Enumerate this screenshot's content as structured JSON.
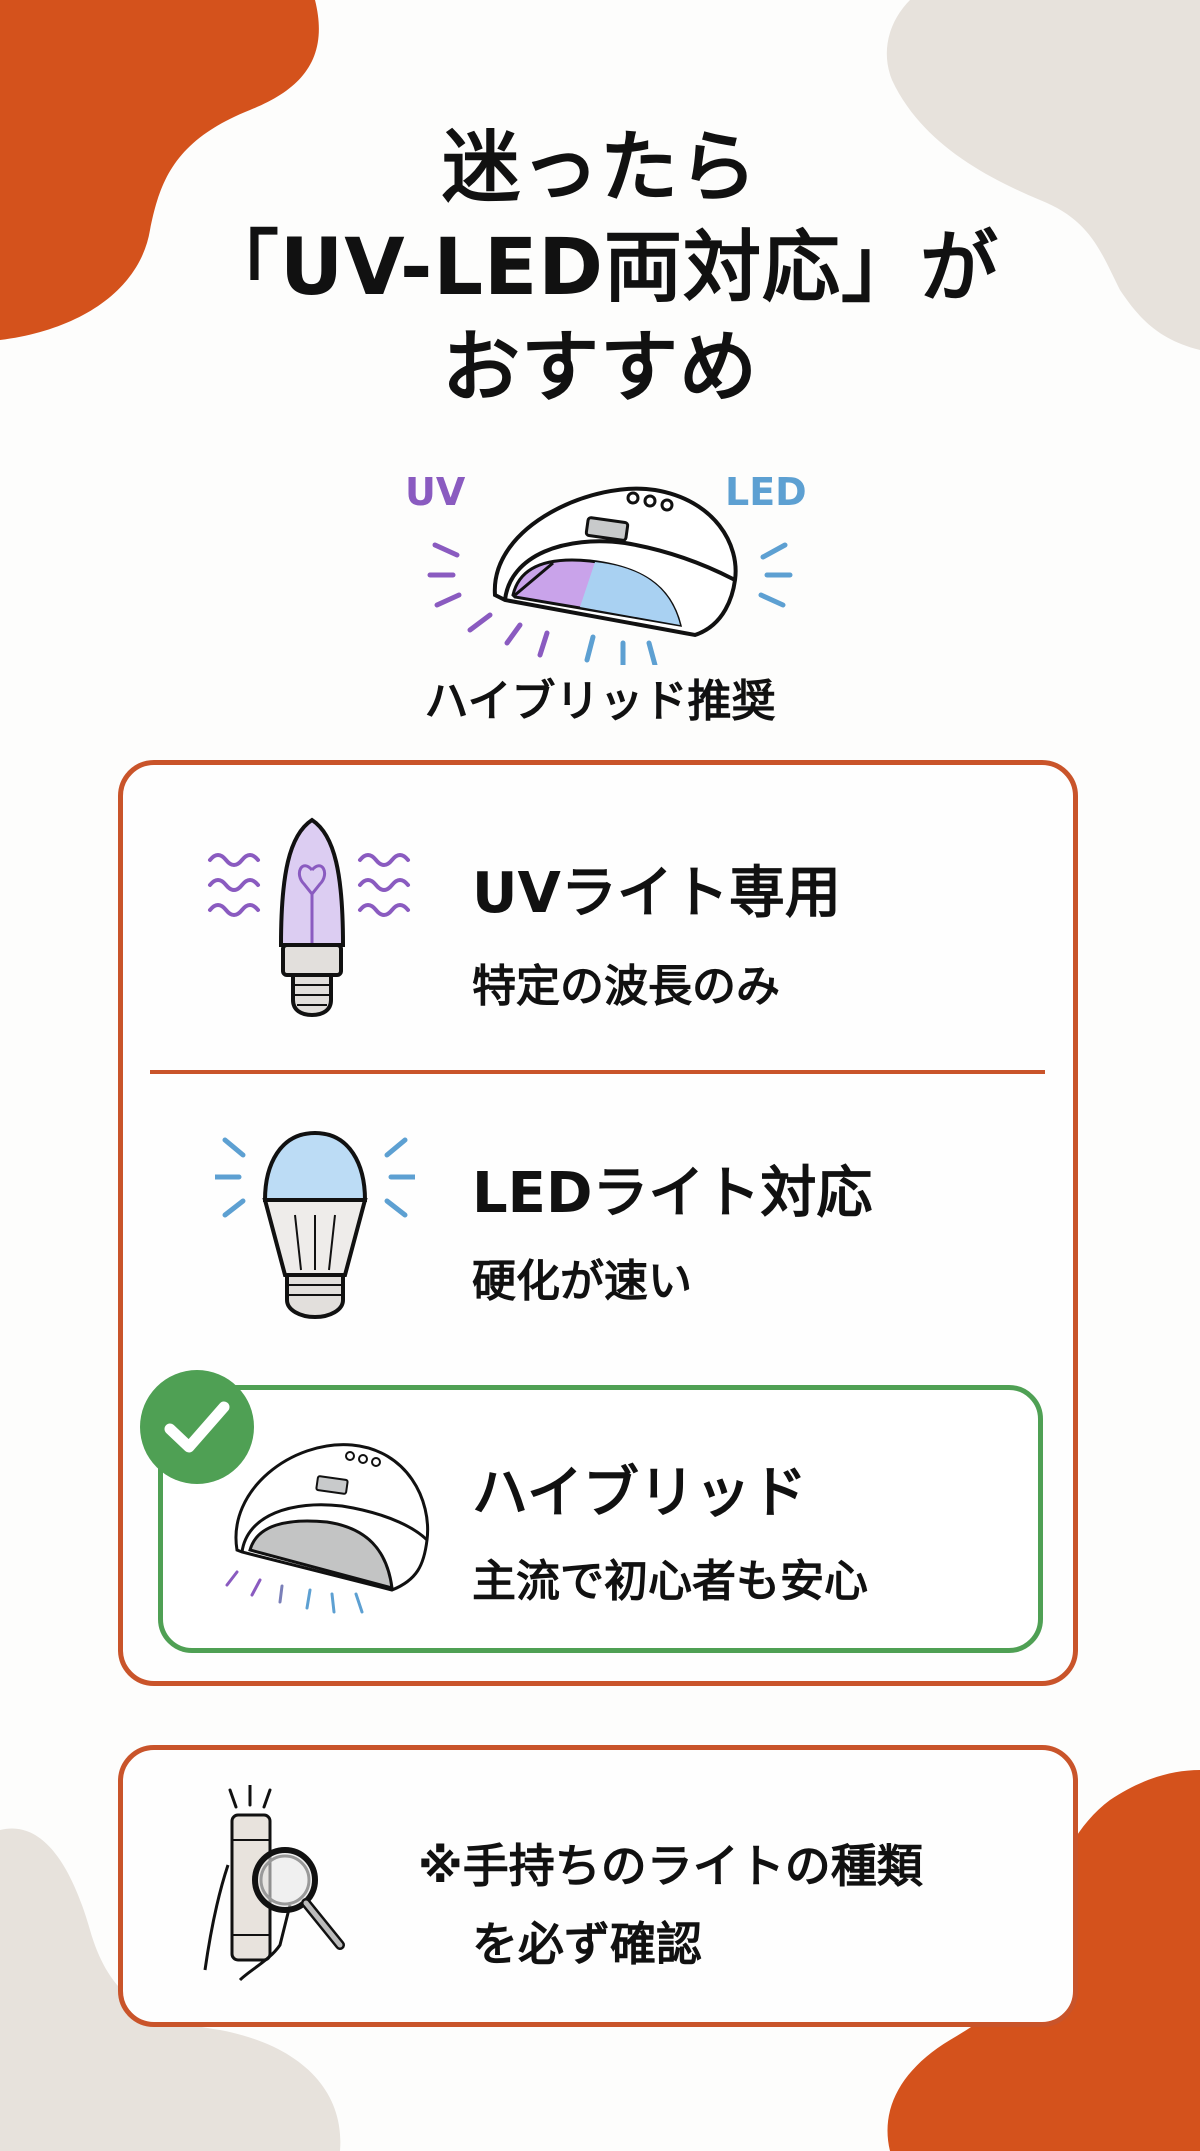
{
  "colors": {
    "accent_orange": "#d4521c",
    "accent_beige": "#e7e2dc",
    "card_border": "#c9542a",
    "hybrid_green": "#4fa054",
    "uv_purple": "#8a5bc0",
    "led_blue": "#5da0d2"
  },
  "title": {
    "line1": "迷ったら",
    "line2": "「UV-LED両対応」が",
    "line3": "おすすめ"
  },
  "hero": {
    "icon": "nail-lamp-icon",
    "label_uv": "UV",
    "label_led": "LED",
    "caption": "ハイブリッド推奨"
  },
  "options": [
    {
      "icon": "uv-bulb-icon",
      "title": "UVライト専用",
      "subtitle": "特定の波長のみ"
    },
    {
      "icon": "led-bulb-icon",
      "title": "LEDライト対応",
      "subtitle": "硬化が速い"
    },
    {
      "icon": "hybrid-lamp-icon",
      "title": "ハイブリッド",
      "subtitle": "主流で初心者も安心",
      "recommended": true,
      "badge_icon": "check-icon"
    }
  ],
  "note": {
    "icon": "flashlight-magnifier-icon",
    "line1": "※手持ちのライトの種類",
    "line2": "を必ず確認"
  }
}
